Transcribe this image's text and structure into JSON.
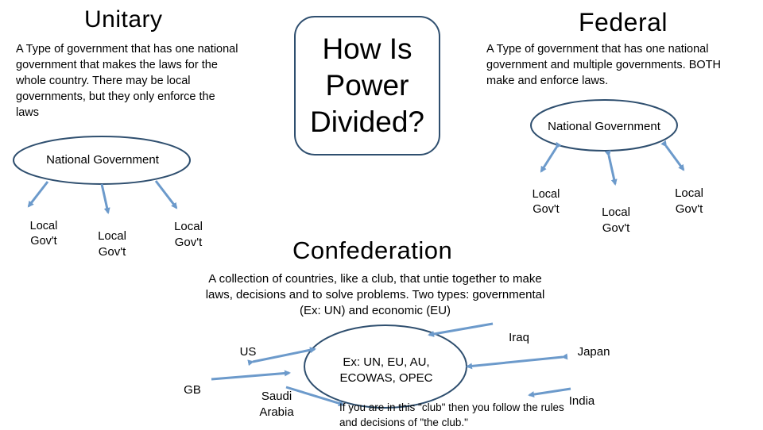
{
  "question": {
    "text": "How Is\nPower\nDivided?"
  },
  "unitary": {
    "title": "Unitary",
    "description": "A Type of government that has one national government that makes the laws for the whole country. There may be local governments, but they only enforce the laws",
    "national": "National Government",
    "locals": [
      "Local\nGov't",
      "Local\nGov't",
      "Local\nGov't"
    ]
  },
  "federal": {
    "title": "Federal",
    "description": "A Type of government that has one national government and multiple governments. BOTH make and enforce laws.",
    "national": "National Government",
    "locals": [
      "Local\nGov't",
      "Local\nGov't",
      "Local\nGov't"
    ]
  },
  "confederation": {
    "title": "Confederation",
    "description": "A collection of countries, like a club, that untie together to make laws, decisions and to solve problems. Two types: governmental (Ex: UN) and economic (EU)",
    "center": "Ex: UN, EU, AU,\nECOWAS, OPEC",
    "members": [
      "US",
      "GB",
      "Saudi\nArabia",
      "Iraq",
      "Japan",
      "India"
    ],
    "rule": "If you are in this \"club\" then you follow the rules and decisions of \"the club.\""
  },
  "colors": {
    "ellipse_stroke": "#2f4f6f",
    "arrow": "#6c9acb"
  }
}
